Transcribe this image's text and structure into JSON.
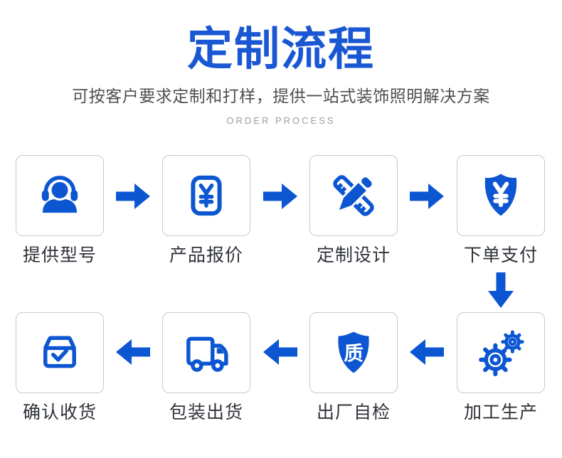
{
  "header": {
    "title": "定制流程",
    "subtitle": "可按客户要求定制和打样，提供一站式装饰照明解决方案",
    "tagline": "ORDER PROCESS"
  },
  "colors": {
    "accent": "#0d56d2",
    "title_blue": "#1a57d2",
    "label": "#2e3238",
    "subtitle_gray": "#4f4f4f",
    "tagline_gray": "#9c9c9c",
    "box_border": "#c9c9c9",
    "bg": "#ffffff"
  },
  "steps": [
    {
      "label": "提供型号",
      "icon": "customer-service-icon"
    },
    {
      "label": "产品报价",
      "icon": "price-quote-icon",
      "icon_text": "¥"
    },
    {
      "label": "定制设计",
      "icon": "design-pencil-ruler-icon"
    },
    {
      "label": "下单支付",
      "icon": "payment-shield-icon",
      "icon_text": "¥"
    },
    {
      "label": "加工生产",
      "icon": "gears-icon"
    },
    {
      "label": "出厂自检",
      "icon": "quality-shield-icon",
      "icon_text": "质"
    },
    {
      "label": "包装出货",
      "icon": "truck-icon"
    },
    {
      "label": "确认收货",
      "icon": "box-check-icon"
    }
  ]
}
